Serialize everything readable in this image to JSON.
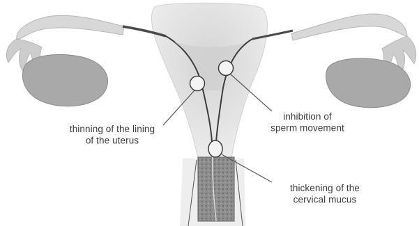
{
  "labels": {
    "lining": {
      "line1": "thinning of the lining",
      "line2": "of the uterus"
    },
    "sperm": {
      "line1": "inhibition of",
      "line2": "sperm movement"
    },
    "mucus": {
      "line1": "thickening of the",
      "line2": "cervical mucus"
    }
  },
  "colors": {
    "tissue_light": "#e4e4e4",
    "tissue_mid": "#bdbdbd",
    "ovary": "#a7a7a7",
    "cervix": "#8f8f8f",
    "outline": "#555555",
    "canal_dark": "#3d3d3d",
    "leader": "#555555"
  }
}
